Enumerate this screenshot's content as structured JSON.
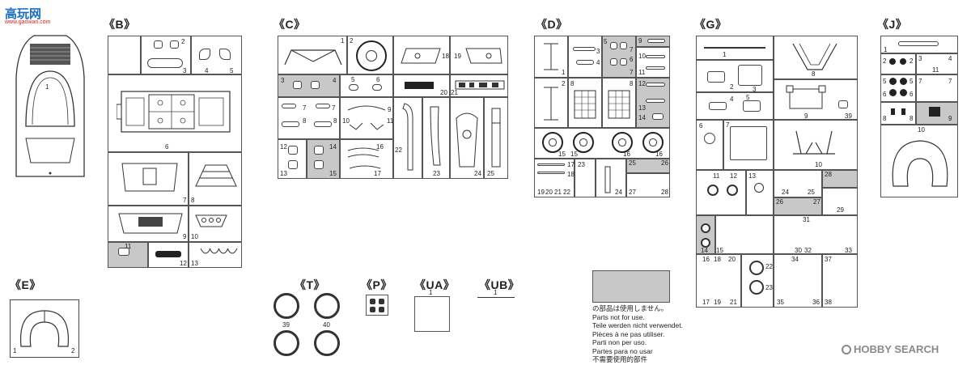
{
  "watermark": {
    "top_left": "高玩网",
    "top_left_sub": "www.gaowan.com",
    "bottom_right": "HOBBY SEARCH"
  },
  "groups": {
    "B": "《B》",
    "C": "《C》",
    "D": "《D》",
    "G": "《G》",
    "J": "《J》",
    "E": "《E》",
    "T": "《T》",
    "P": "《P》",
    "UA": "《UA》",
    "UB": "《UB》"
  },
  "numbers": {
    "body": [
      "1"
    ],
    "B": [
      "2",
      "3",
      "4",
      "5",
      "6",
      "7",
      "8",
      "9",
      "10",
      "11",
      "12",
      "13"
    ],
    "C": [
      "1",
      "2",
      "18",
      "19",
      "3",
      "4",
      "5",
      "6",
      "20",
      "21",
      "7",
      "7",
      "8",
      "8",
      "9",
      "10",
      "11",
      "12",
      "14",
      "16",
      "22",
      "23",
      "24",
      "25",
      "13",
      "15",
      "17"
    ],
    "D": [
      "1",
      "2",
      "3",
      "4",
      "5",
      "6",
      "7",
      "7",
      "8",
      "9",
      "10",
      "11",
      "12",
      "13",
      "14",
      "8",
      "15",
      "15",
      "16",
      "16",
      "17",
      "18",
      "19",
      "20",
      "21",
      "22",
      "23",
      "24",
      "25",
      "26",
      "27",
      "28"
    ],
    "G": [
      "1",
      "2",
      "3",
      "4",
      "5",
      "8",
      "9",
      "39",
      "6",
      "7",
      "10",
      "11",
      "12",
      "13",
      "24",
      "25",
      "26",
      "27",
      "28",
      "29",
      "14",
      "15",
      "30",
      "31",
      "32",
      "33",
      "16",
      "17",
      "18",
      "19",
      "20",
      "21",
      "22",
      "23",
      "34",
      "35",
      "36",
      "37",
      "38"
    ],
    "J": [
      "1",
      "2",
      "2",
      "3",
      "4",
      "11",
      "5",
      "5",
      "6",
      "6",
      "7",
      "7",
      "8",
      "8",
      "9",
      "10"
    ],
    "E": [
      "1",
      "2"
    ],
    "T": [
      "39",
      "40"
    ],
    "UA": [
      "1"
    ],
    "UB": [
      "1"
    ]
  },
  "legend": {
    "lines": [
      "の部品は使用しません。",
      "Parts not for use.",
      "Teile werden nicht verwendet.",
      "Pièces à ne pas utiliser.",
      "Parti non per uso.",
      "Partes para no usar",
      "不需要使用的部件"
    ]
  }
}
